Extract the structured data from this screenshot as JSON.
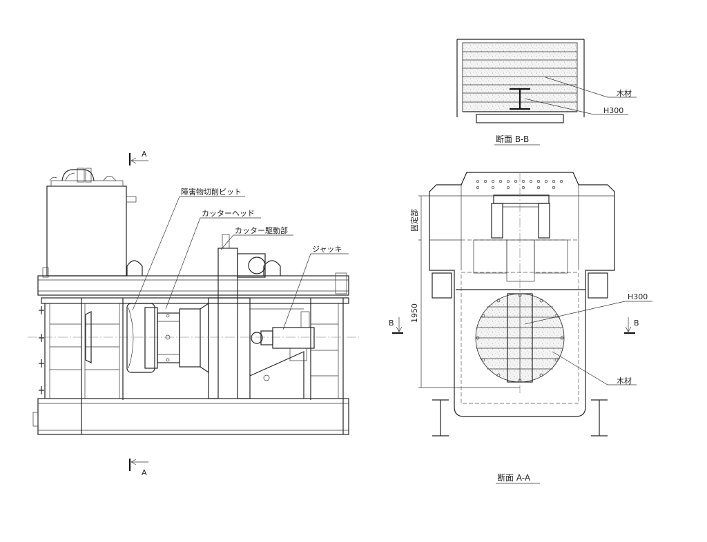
{
  "section_a_mark_top": "A",
  "section_a_mark_bottom": "A",
  "labels": {
    "obstacle_bit": "障害物切削ビット",
    "cutter_head": "カッターヘッド",
    "cutter_drive": "カッター駆動部",
    "jack": "ジャッキ"
  },
  "section_bb": {
    "title": "断面 B-B",
    "wood": "木材",
    "h300": "H300"
  },
  "section_aa": {
    "title": "断面 A-A",
    "fixed_part": "固定部",
    "dimension": "1950",
    "h300": "H300",
    "wood": "木材",
    "mark_b_left": "B",
    "mark_b_right": "B"
  }
}
